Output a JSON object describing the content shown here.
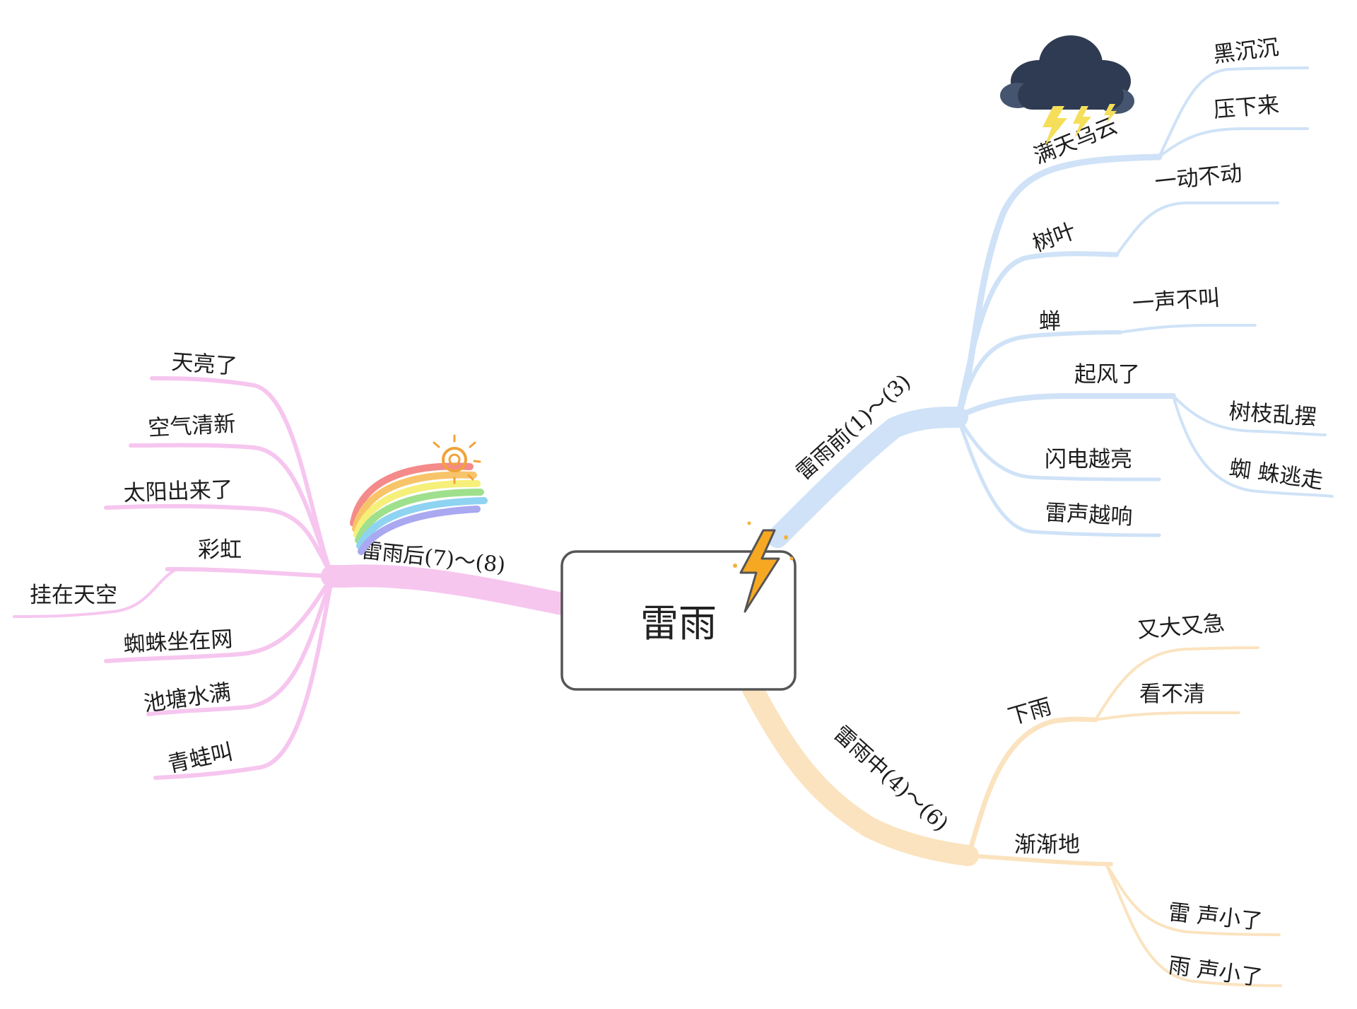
{
  "central": {
    "label": "雷雨"
  },
  "colors": {
    "before": "#cfe2f7",
    "during": "#fbe3bf",
    "after": "#f6c6ef",
    "node_text": "#1d1d1d",
    "box_border": "#555555"
  },
  "branches": {
    "before": {
      "label": "雷雨前(1)～(3)",
      "children": [
        {
          "label": "满天乌云",
          "items": [
            "黑沉沉",
            "压下来"
          ]
        },
        {
          "label": "树叶",
          "items": [
            "一动不动"
          ]
        },
        {
          "label": "蝉",
          "items": [
            "一声不叫"
          ]
        },
        {
          "label": "起风了",
          "items": [
            "树枝乱摆",
            "蜘 蛛逃走"
          ]
        },
        {
          "label": "闪电越亮",
          "items": []
        },
        {
          "label": "雷声越响",
          "items": []
        }
      ]
    },
    "during": {
      "label": "雷雨中(4)～(6)",
      "children": [
        {
          "label": "下雨",
          "items": [
            "又大又急",
            "看不清"
          ]
        },
        {
          "label": "渐渐地",
          "items": [
            "雷 声小了",
            "雨 声小了"
          ]
        }
      ]
    },
    "after": {
      "label": "雷雨后(7)～(8)",
      "children": [
        {
          "label": "天亮了",
          "items": []
        },
        {
          "label": "空气清新",
          "items": []
        },
        {
          "label": "太阳出来了",
          "items": []
        },
        {
          "label": "彩虹",
          "items": [
            "挂在天空"
          ]
        },
        {
          "label": "蜘蛛坐在网",
          "items": []
        },
        {
          "label": "池塘水满",
          "items": []
        },
        {
          "label": "青蛙叫",
          "items": []
        }
      ]
    }
  },
  "decorations": [
    "storm-cloud-icon",
    "lightning-bolt-icon",
    "rainbow-sun-icon"
  ]
}
